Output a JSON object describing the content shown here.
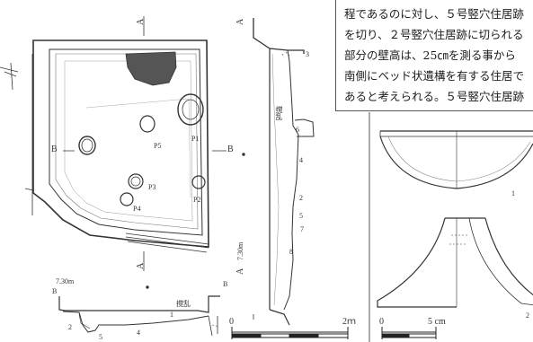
{
  "page": {
    "description_lines": [
      "程であるのに対し、５号竪穴住居跡",
      "を切り、２号竪穴住居跡に切られる",
      "部分の壁高は、25㎝を測る事から",
      "南側にベッド状遺構を有する住居で",
      "あると考えられる。５号竪穴住居跡"
    ]
  },
  "plan": {
    "section_markers": {
      "a_top": "A",
      "a_bottom": "A",
      "b_left": "B",
      "b_right": "B",
      "a_prime_mark": "ʻ"
    },
    "pits": [
      "P1",
      "P2",
      "P3",
      "P4",
      "P5"
    ],
    "elevation_a": "7.30m",
    "elevation_b": "7.30m"
  },
  "section_a": {
    "layers": [
      "1",
      "2",
      "3",
      "4",
      "5",
      "6",
      "7",
      "8"
    ],
    "note": "撹乱"
  },
  "section_b": {
    "layers": [
      "1",
      "2",
      "4",
      "5"
    ],
    "note": "撹乱"
  },
  "scale_bars": {
    "plan": {
      "start": "0",
      "end": "2ｍ"
    },
    "pottery": {
      "start": "0",
      "end": "5 cm"
    }
  },
  "pottery": {
    "labels": [
      "1",
      "2"
    ]
  }
}
